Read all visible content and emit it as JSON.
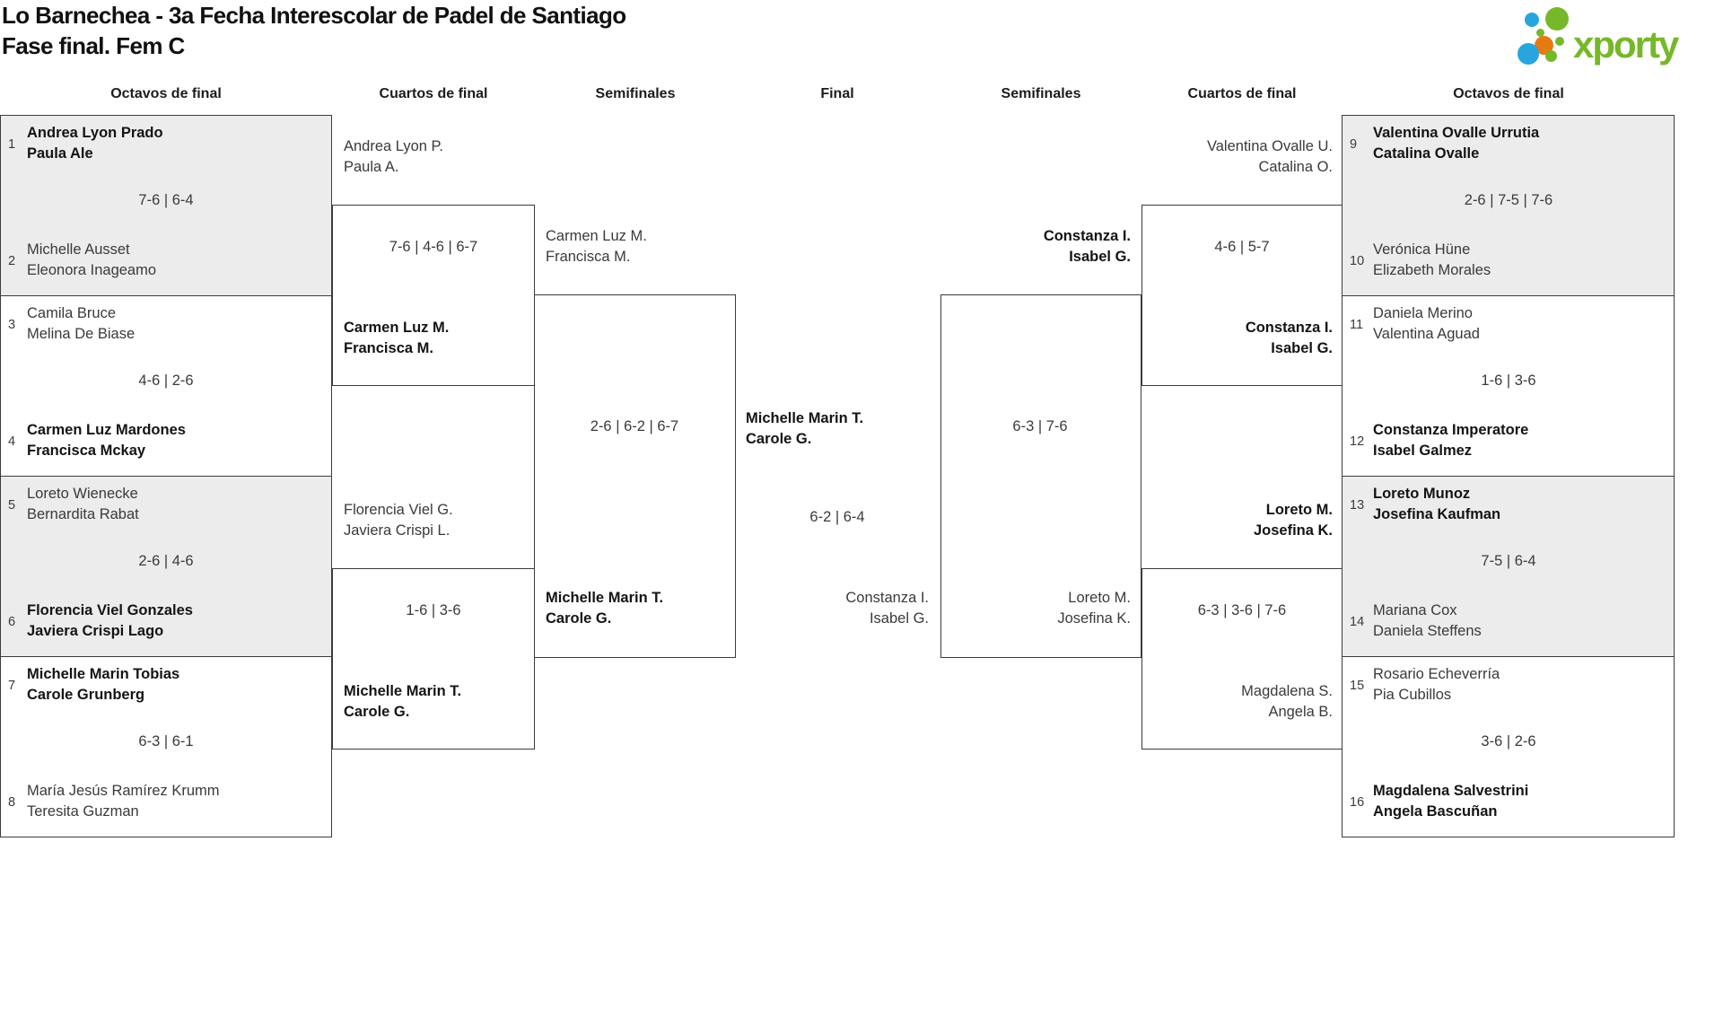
{
  "title": {
    "line1": "Lo Barnechea - 3a Fecha Interescolar de Padel de Santiago",
    "line2": "Fase final. Fem C"
  },
  "logo": {
    "text": "xporty",
    "colors": {
      "green": "#76b82a",
      "blue": "#29a5de",
      "orange": "#e87a12"
    }
  },
  "colors": {
    "box_border": "#3c3c3c",
    "box_fill_alt": "#ececec"
  },
  "round_headers": [
    "Octavos de final",
    "Cuartos de final",
    "Semifinales",
    "Final",
    "Semifinales",
    "Cuartos de final",
    "Octavos de final"
  ],
  "r16": [
    {
      "seed_top": "1",
      "team_top": [
        "Andrea Lyon Prado",
        "Paula Ale"
      ],
      "score": "7-6 | 6-4",
      "seed_bottom": "2",
      "team_bottom": [
        "Michelle Ausset",
        "Eleonora Inageamo"
      ],
      "winner": "top"
    },
    {
      "seed_top": "3",
      "team_top": [
        "Camila Bruce",
        "Melina De Biase"
      ],
      "score": "4-6 | 2-6",
      "seed_bottom": "4",
      "team_bottom": [
        "Carmen Luz Mardones",
        "Francisca Mckay"
      ],
      "winner": "bottom"
    },
    {
      "seed_top": "5",
      "team_top": [
        "Loreto Wienecke",
        "Bernardita Rabat"
      ],
      "score": "2-6 | 4-6",
      "seed_bottom": "6",
      "team_bottom": [
        "Florencia Viel Gonzales",
        "Javiera Crispi Lago"
      ],
      "winner": "bottom"
    },
    {
      "seed_top": "7",
      "team_top": [
        "Michelle Marin Tobias",
        "Carole Grunberg"
      ],
      "score": "6-3 | 6-1",
      "seed_bottom": "8",
      "team_bottom": [
        "María Jesús Ramírez Krumm",
        "Teresita Guzman"
      ],
      "winner": "top"
    },
    {
      "seed_top": "9",
      "team_top": [
        "Valentina Ovalle Urrutia",
        "Catalina Ovalle"
      ],
      "score": "2-6 | 7-5 | 7-6",
      "seed_bottom": "10",
      "team_bottom": [
        "Verónica Hüne",
        "Elizabeth Morales"
      ],
      "winner": "top"
    },
    {
      "seed_top": "11",
      "team_top": [
        "Daniela Merino",
        "Valentina Aguad"
      ],
      "score": "1-6 | 3-6",
      "seed_bottom": "12",
      "team_bottom": [
        "Constanza Imperatore",
        "Isabel Galmez"
      ],
      "winner": "bottom"
    },
    {
      "seed_top": "13",
      "team_top": [
        "Loreto Munoz",
        "Josefina Kaufman"
      ],
      "score": "7-5 | 6-4",
      "seed_bottom": "14",
      "team_bottom": [
        "Mariana Cox",
        "Daniela Steffens"
      ],
      "winner": "top"
    },
    {
      "seed_top": "15",
      "team_top": [
        "Rosario Echeverría",
        "Pia Cubillos"
      ],
      "score": "3-6 | 2-6",
      "seed_bottom": "16",
      "team_bottom": [
        "Magdalena Salvestrini",
        "Angela Bascuñan"
      ],
      "winner": "bottom"
    }
  ],
  "quarterfinals": [
    {
      "team_top": [
        "Andrea Lyon P.",
        "Paula A."
      ],
      "score": "7-6 | 4-6 | 6-7",
      "team_bottom": [
        "Carmen Luz M.",
        "Francisca M."
      ],
      "winner": "bottom"
    },
    {
      "team_top": [
        "Florencia Viel G.",
        "Javiera Crispi L."
      ],
      "score": "1-6 | 3-6",
      "team_bottom": [
        "Michelle Marin T.",
        "Carole G."
      ],
      "winner": "bottom"
    },
    {
      "team_top": [
        "Valentina Ovalle U.",
        "Catalina O."
      ],
      "score": "4-6 | 5-7",
      "team_bottom": [
        "Constanza I.",
        "Isabel G."
      ],
      "winner": "bottom"
    },
    {
      "team_top": [
        "Loreto M.",
        "Josefina K."
      ],
      "score": "6-3 | 3-6 | 7-6",
      "team_bottom": [
        "Magdalena S.",
        "Angela B."
      ],
      "winner": "top"
    }
  ],
  "semifinals": [
    {
      "team_top": [
        "Carmen Luz M.",
        "Francisca M."
      ],
      "score": "2-6 | 6-2 | 6-7",
      "team_bottom": [
        "Michelle Marin T.",
        "Carole G."
      ],
      "winner": "bottom"
    },
    {
      "team_top": [
        "Constanza I.",
        "Isabel G."
      ],
      "score": "6-3 | 7-6",
      "team_bottom": [
        "Loreto M.",
        "Josefina K."
      ],
      "winner": "top"
    }
  ],
  "final": {
    "winner": [
      "Michelle Marin T.",
      "Carole G."
    ],
    "score": "6-2 | 6-4",
    "runner_up": [
      "Constanza I.",
      "Isabel G."
    ]
  }
}
